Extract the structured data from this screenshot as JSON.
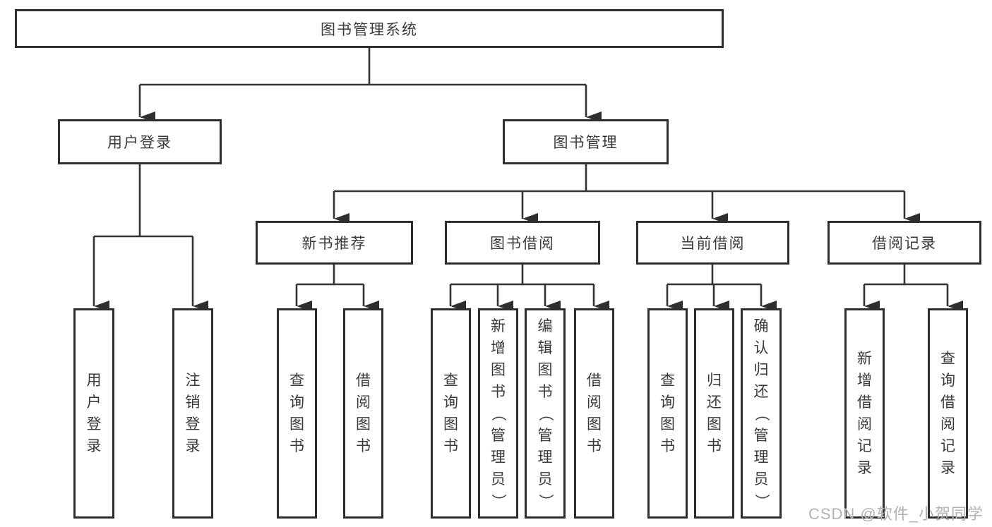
{
  "nodes": {
    "root": {
      "label": "图书管理系统"
    },
    "userLogin": {
      "label": "用户登录"
    },
    "bookMgmt": {
      "label": "图书管理"
    },
    "newBookRec": {
      "label": "新书推荐"
    },
    "bookBorrow": {
      "label": "图书借阅"
    },
    "currentBorrow": {
      "label": "当前借阅"
    },
    "borrowRecord": {
      "label": "借阅记录"
    },
    "leafUserLogin": {
      "label": "用户登录"
    },
    "leafLogout": {
      "label": "注销登录"
    },
    "recQueryBook": {
      "label": "查询图书"
    },
    "recBorrowBook": {
      "label": "借阅图书"
    },
    "bbQueryBook": {
      "label": "查询图书"
    },
    "bbAddBook": {
      "label": "新增图书（管理员）"
    },
    "bbEditBook": {
      "label": "编辑图书（管理员）"
    },
    "bbBorrowBook": {
      "label": "借阅图书"
    },
    "cbQueryBook": {
      "label": "查询图书"
    },
    "cbReturnBook": {
      "label": "归还图书"
    },
    "cbConfirmReturn": {
      "label": "确认归还（管理员）"
    },
    "brAddRecord": {
      "label": "新增借阅记录"
    },
    "brQueryRecord": {
      "label": "查询借阅记录"
    }
  },
  "tree": {
    "图书管理系统": {
      "用户登录": [
        "用户登录",
        "注销登录"
      ],
      "图书管理": {
        "新书推荐": [
          "查询图书",
          "借阅图书"
        ],
        "图书借阅": [
          "查询图书",
          "新增图书（管理员）",
          "编辑图书（管理员）",
          "借阅图书"
        ],
        "当前借阅": [
          "查询图书",
          "归还图书",
          "确认归还（管理员）"
        ],
        "借阅记录": [
          "新增借阅记录",
          "查询借阅记录"
        ]
      }
    }
  },
  "watermark": {
    "text": "CSDN @软件_小贺同学"
  },
  "colors": {
    "line": "#333333",
    "box_border": "#2e2e2e",
    "text": "#3a3a3a",
    "watermark": "#b2b2b2",
    "background": "#ffffff"
  }
}
